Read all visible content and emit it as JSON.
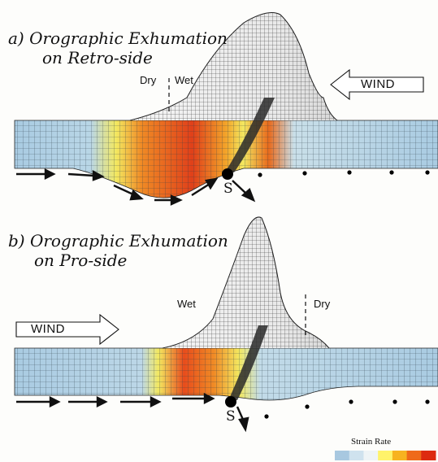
{
  "panel_a": {
    "title_line1": "a) Orographic Exhumation",
    "title_line2": "on Retro-side",
    "dry_label": "Dry",
    "wet_label": "Wet",
    "wind_label": "WIND",
    "point_label": "S"
  },
  "panel_b": {
    "title_line1": "b) Orographic Exhumation",
    "title_line2": "on Pro-side",
    "wet_label": "Wet",
    "dry_label": "Dry",
    "wind_label": "WIND",
    "point_label": "S"
  },
  "legend": {
    "title": "Strain Rate",
    "colors": [
      "#a8c8e0",
      "#cfe2ee",
      "#eef4f6",
      "#fff36a",
      "#f7b320",
      "#ef6a1a",
      "#dd2a10"
    ]
  },
  "colors": {
    "crust_blue": "#a9cbe2",
    "mesh_line": "#3b3b3b",
    "high_strain": "#e0401a",
    "mid_strain": "#f59a2a",
    "low_strain": "#f3e860"
  }
}
